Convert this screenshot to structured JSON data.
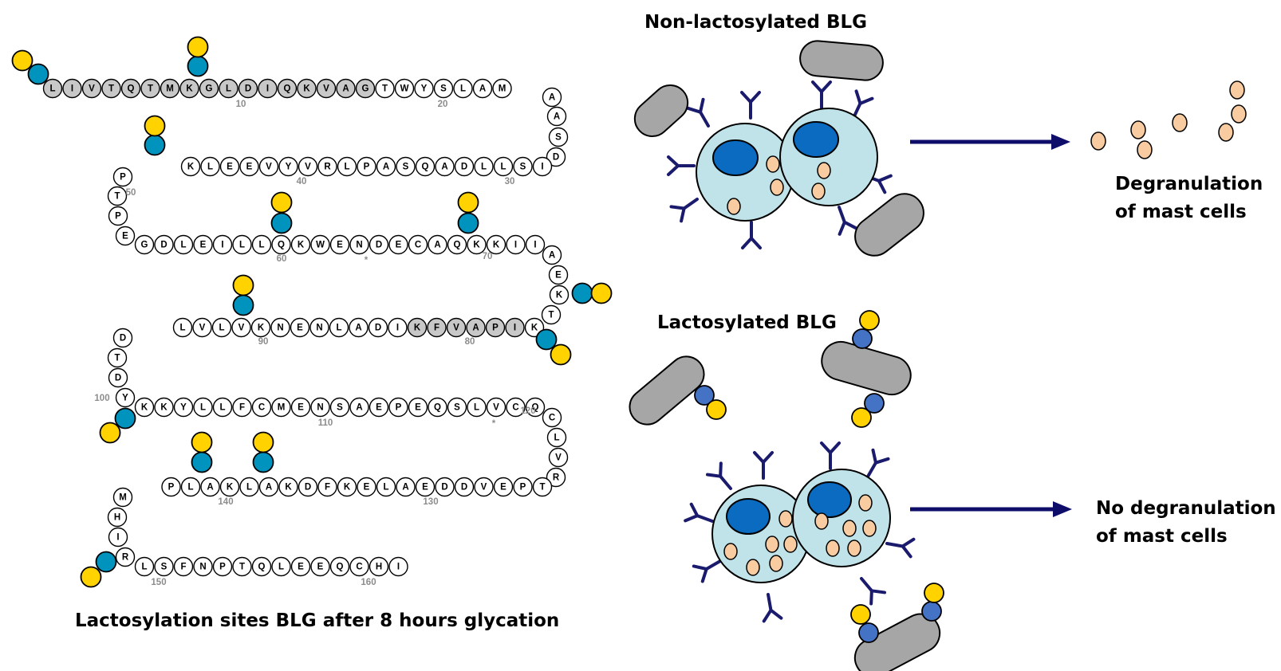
{
  "sequence": {
    "caption": "Lactosylation sites BLG after 8 hours glycation",
    "residues": "LIVTQTMKGLDIQKVAGTWYSLAMAASDISLLDAQSAPLRVYVEELKPTPEGDLEILLQKWENDECAQKKIIAEKTKIPAVFKIDALNENKVLVLDTDYKKYLLFCMENSAEPEQSLVCQCLVRTPEVDDEALEKFDKALKALPMHIRLSFNPTQLEEQCHI",
    "position_labels": [
      "10",
      "20",
      "30",
      "40",
      "50",
      "60",
      "70",
      "80",
      "90",
      "100",
      "110",
      "120",
      "130",
      "140",
      "150",
      "160"
    ],
    "markers": [
      "*",
      "*"
    ],
    "highlighted_positions": [
      1,
      2,
      3,
      4,
      5,
      6,
      7,
      8,
      9,
      10,
      11,
      12,
      13,
      14,
      15,
      16,
      17,
      78,
      79,
      80,
      81,
      82,
      83
    ],
    "lactosylated_positions": [
      1,
      8,
      47,
      60,
      69,
      75,
      77,
      91,
      101,
      135,
      141,
      149
    ]
  },
  "top_panel": {
    "title": "Non-lactosylated BLG",
    "result": [
      "Degranulation",
      "of mast cells"
    ]
  },
  "bottom_panel": {
    "title": "Lactosylated BLG",
    "result": [
      "No degranulation",
      "of mast cells"
    ]
  },
  "colors": {
    "galactose": "#ffd200",
    "glucose": "#0093bd",
    "glucose_bound": "#4472c4",
    "residue_highlight": "#c8c8c8",
    "protein": "#a6a6a6",
    "cell": "#bfe3e8",
    "nucleus": "#0a6bc0",
    "granule": "#f8cba1",
    "antibody": "#1b1b6e",
    "arrow": "#0e0e6a"
  }
}
